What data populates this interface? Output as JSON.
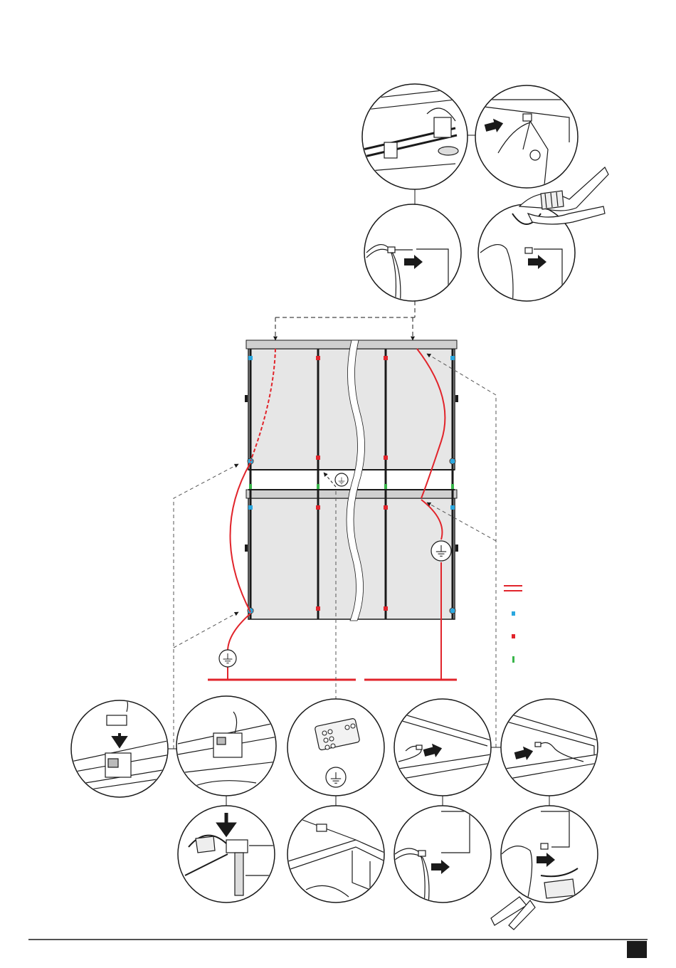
{
  "colors": {
    "ground_wire": "#e1242b",
    "blue_marker": "#2aa7df",
    "red_marker": "#e1242b",
    "green_marker": "#39b54a",
    "panel_fill": "#e6e6e6",
    "frame": "#1a1a1a",
    "leader_line": "#555555"
  },
  "icons": {
    "ground_symbol": "earth-ground-icon",
    "arrow": "push-arrow-icon"
  },
  "legend": [
    {
      "key": "double-red-line",
      "color": "#e1242b"
    },
    {
      "key": "blue-square",
      "color": "#2aa7df"
    },
    {
      "key": "red-square",
      "color": "#e1242b"
    },
    {
      "key": "green-tick",
      "color": "#39b54a"
    }
  ],
  "callouts": {
    "top": [
      "clip-on-rail",
      "clip-on-bracket",
      "wire-pulled-right",
      "wire-pulled-with-pliers"
    ],
    "bottom": [
      "clip-mounting",
      "clip-seated",
      "clip-press-down",
      "earthing-plate",
      "frame-corner",
      "wire-in-channel-left",
      "wire-in-channel-right",
      "wire-pulled-right-2",
      "wire-pulled-with-pliers-2"
    ]
  }
}
